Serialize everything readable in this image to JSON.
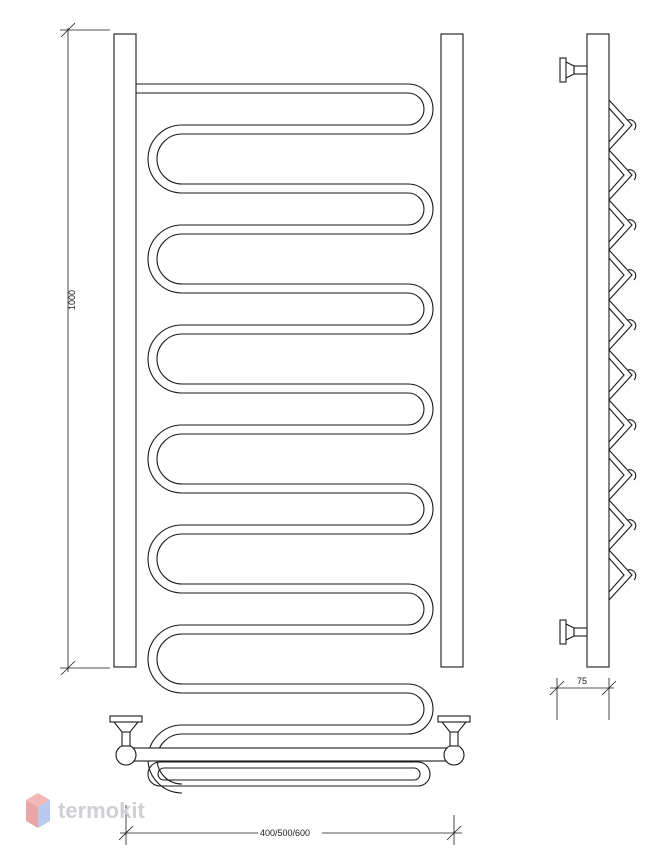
{
  "dimensions": {
    "height": "1000",
    "depth": "75",
    "width": "400/500/600"
  },
  "watermark": {
    "text": "termokit",
    "colors": {
      "red": "#f2b8b8",
      "blue": "#b9c9ee",
      "text": "#cfcfd4"
    }
  },
  "colors": {
    "line": "#1a1a1a",
    "background": "#ffffff"
  }
}
